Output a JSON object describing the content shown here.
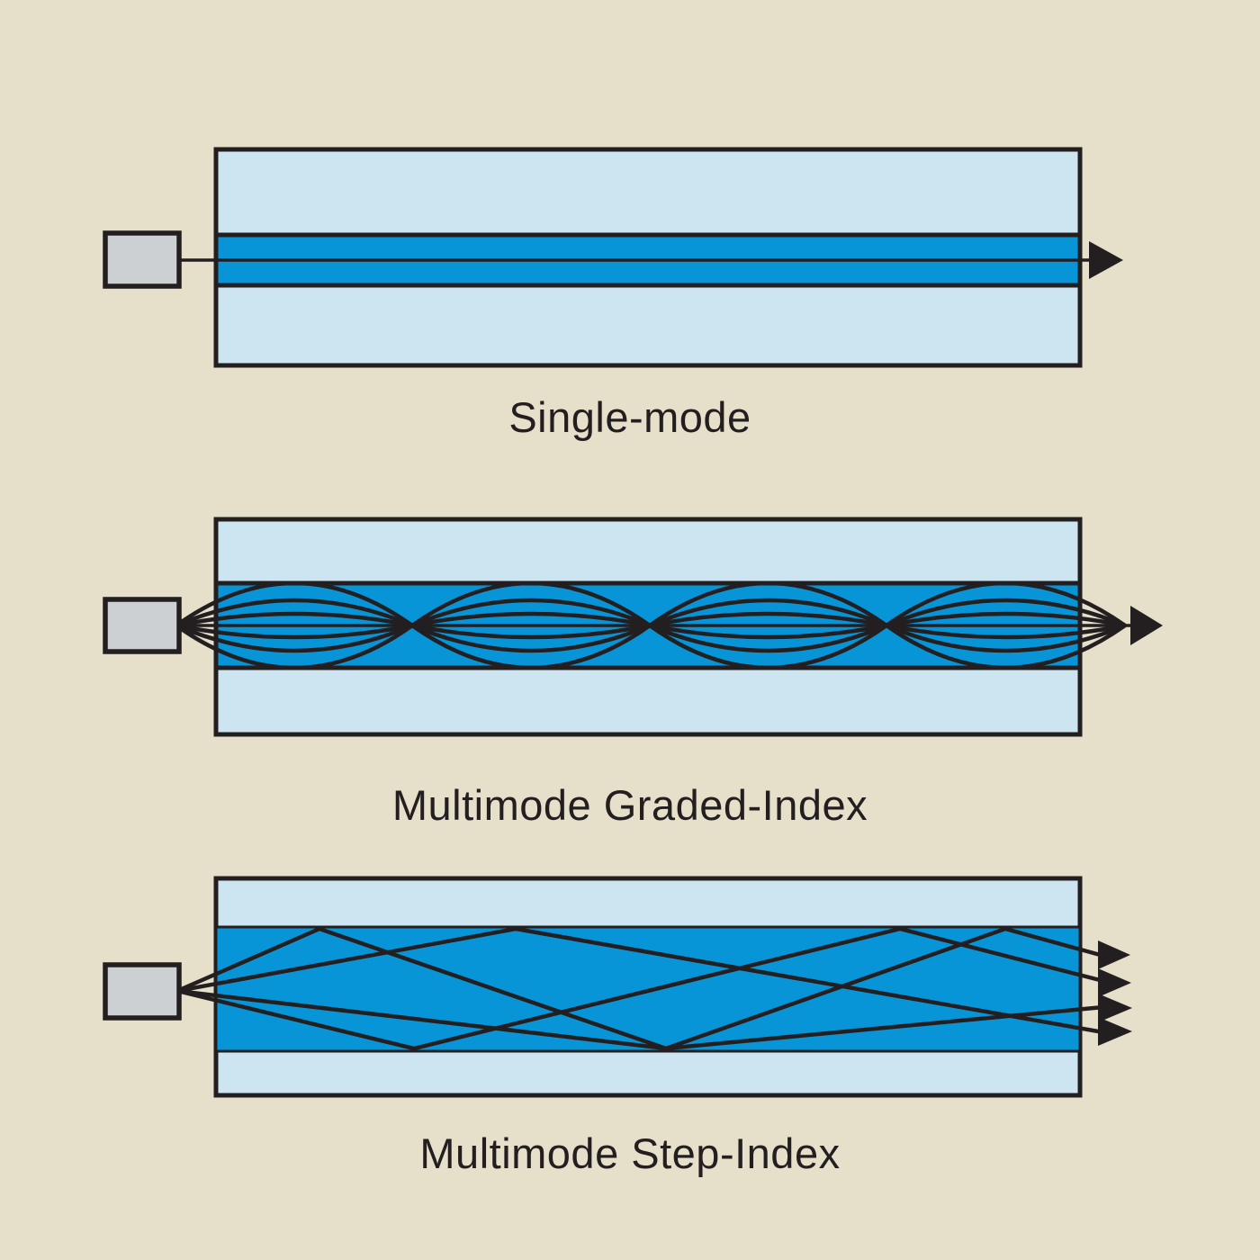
{
  "figure": {
    "type": "fiber-optic-propagation-modes",
    "diagrams": [
      {
        "id": "single-mode",
        "label": "Single-mode",
        "ray_count": 1,
        "arrow_count": 1
      },
      {
        "id": "multimode-graded-index",
        "label": "Multimode Graded-Index",
        "ray_count": 7,
        "arrow_count": 1
      },
      {
        "id": "multimode-step-index",
        "label": "Multimode Step-Index",
        "ray_count": 4,
        "arrow_count": 4
      }
    ]
  },
  "theme": {
    "bg": "#e6dfc9",
    "cladding": "#cde4f1",
    "core": "#0895d8",
    "source": "#cdd0d3",
    "line": "#231f20",
    "text": "#231f20"
  }
}
